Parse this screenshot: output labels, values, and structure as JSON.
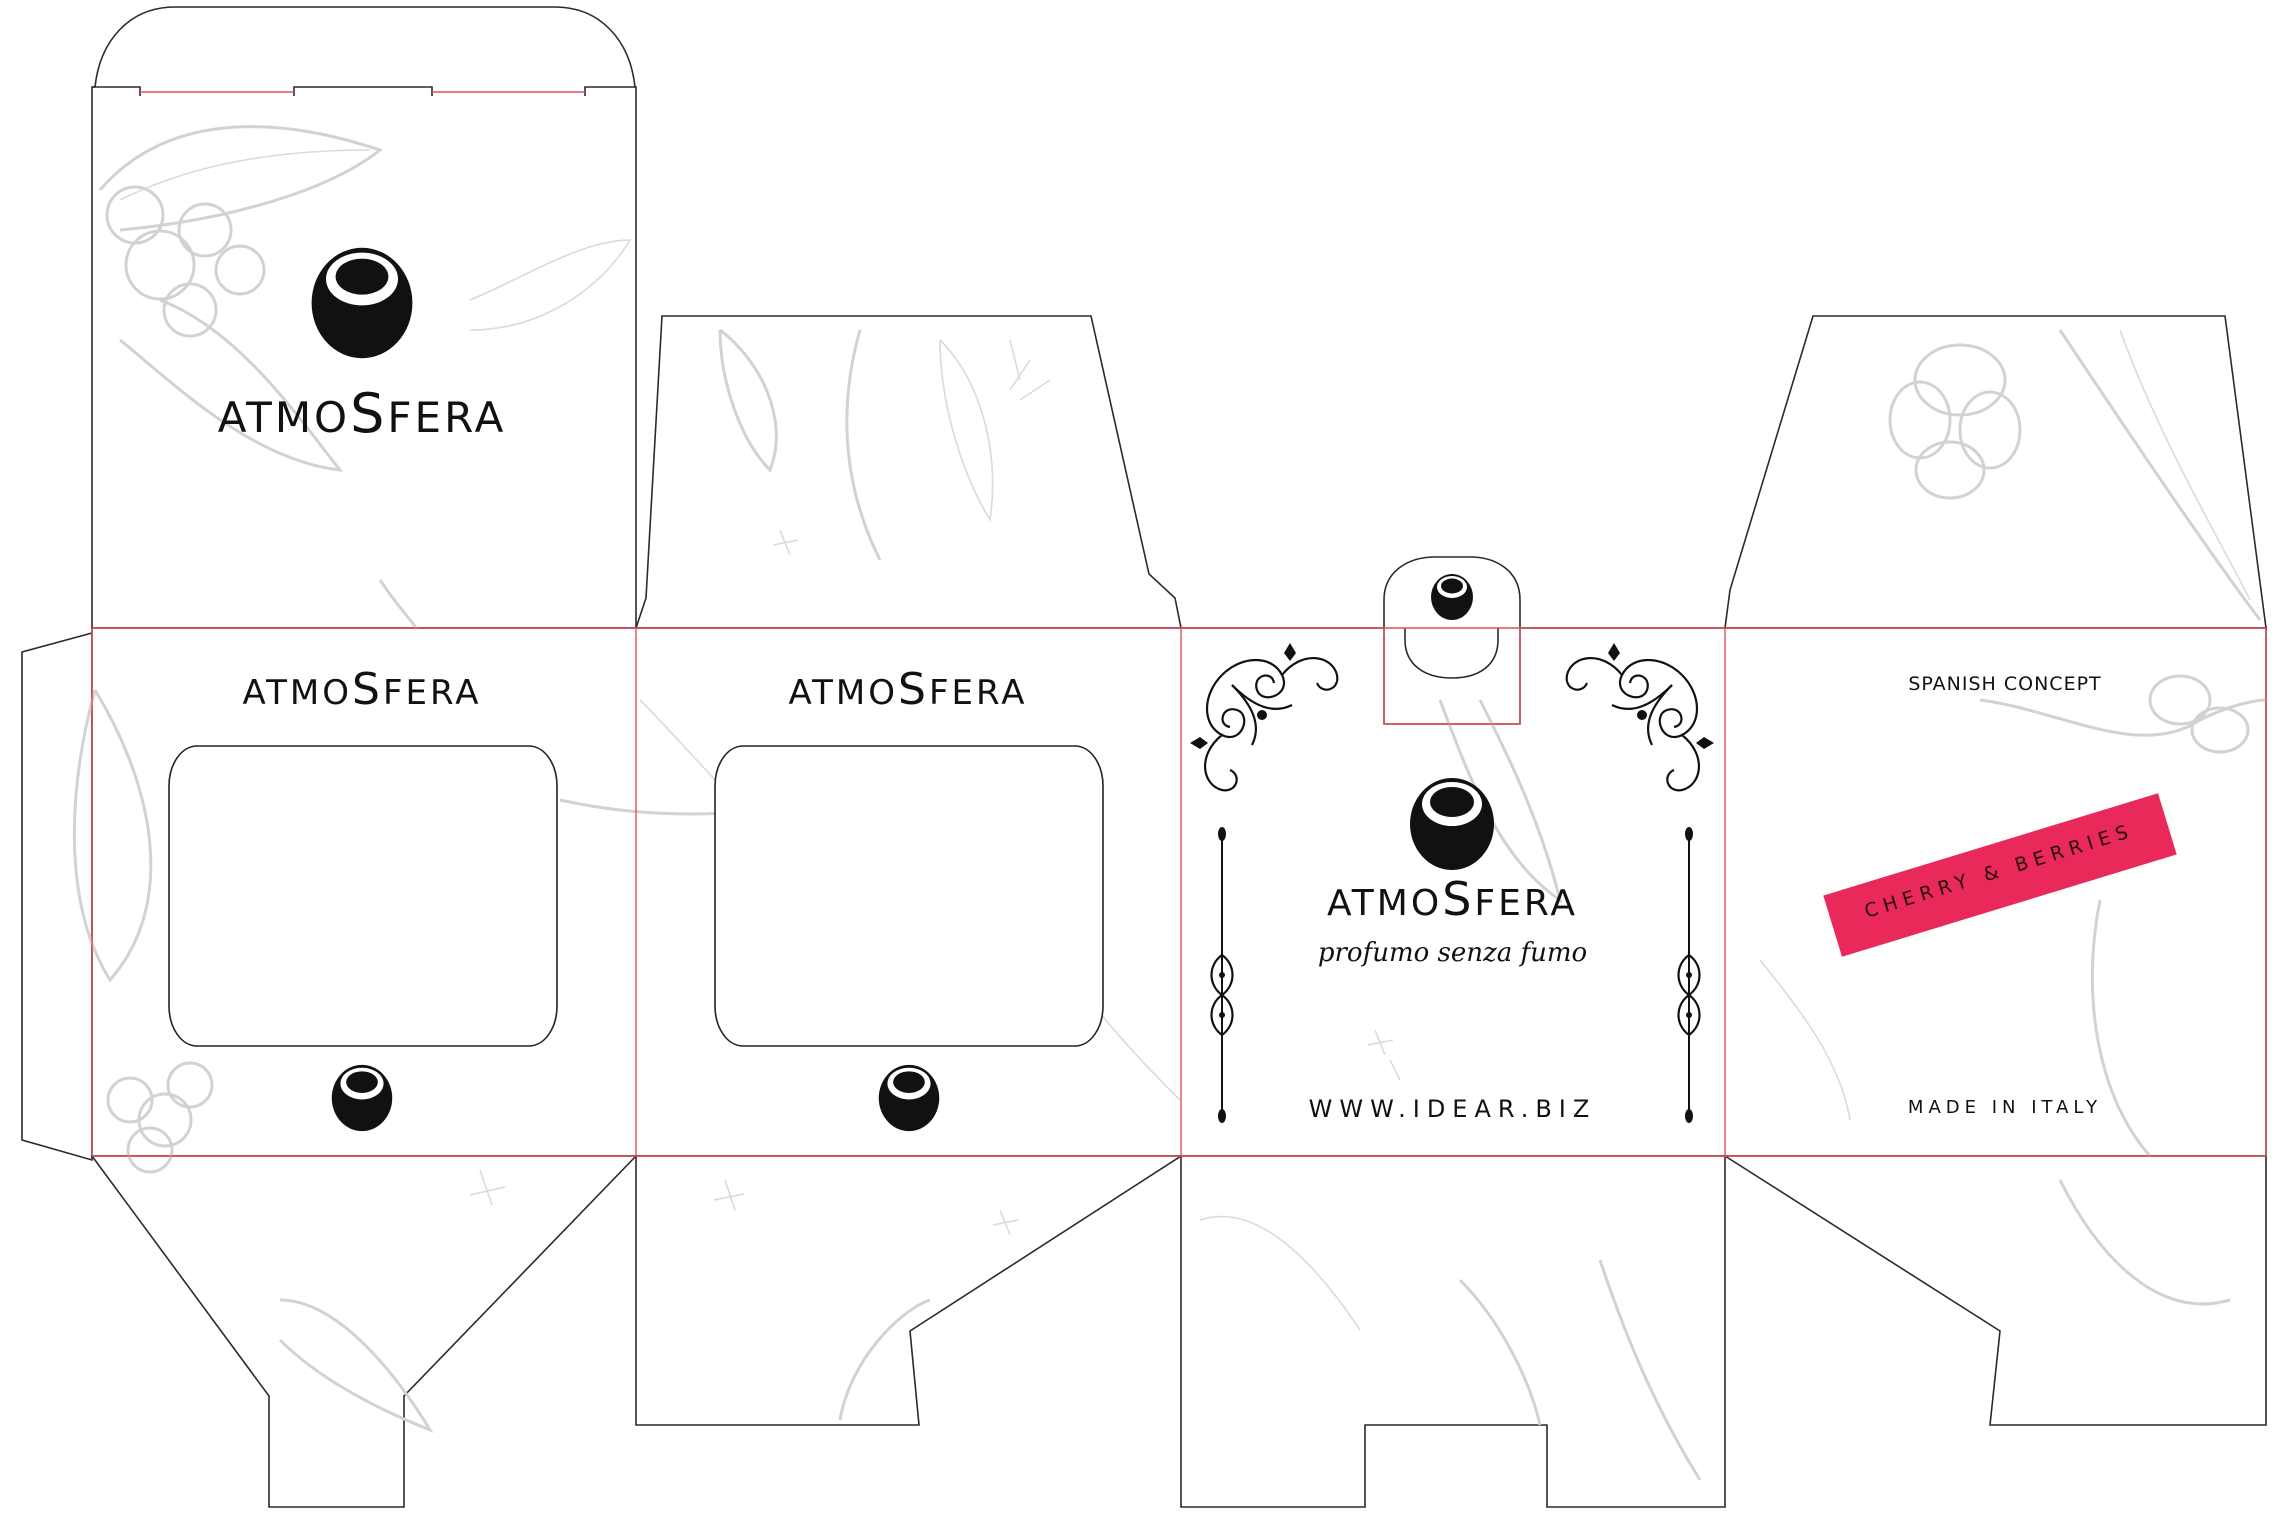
{
  "brand": {
    "name_prefix": "ATMO",
    "name_s": "S",
    "name_suffix": "FERA",
    "full_name": "ATMOSFERA",
    "tagline": "profumo senza fumo",
    "website": "WWW.IDEAR.BIZ"
  },
  "panels": {
    "top_flap": {
      "logo_icon": "sphere-logo-icon",
      "brand": "ATMOSFERA"
    },
    "window_panel_1": {
      "brand": "ATMOSFERA",
      "logo_icon": "sphere-logo-icon"
    },
    "window_panel_2": {
      "brand": "ATMOSFERA",
      "logo_icon": "sphere-logo-icon"
    },
    "front_panel": {
      "brand": "ATMOSFERA",
      "tagline": "profumo senza fumo",
      "website": "WWW.IDEAR.BIZ"
    },
    "side_panel": {
      "concept": "SPANISH CONCEPT",
      "fragrance_badge": "CHERRY & BERRIES",
      "origin": "MADE IN ITALY"
    }
  },
  "colors": {
    "cut_line": "#2a2a2a",
    "fold_line": "#e0505a",
    "badge": "#e8295a",
    "illustration": "#d2d2d2",
    "ink": "#111111"
  }
}
